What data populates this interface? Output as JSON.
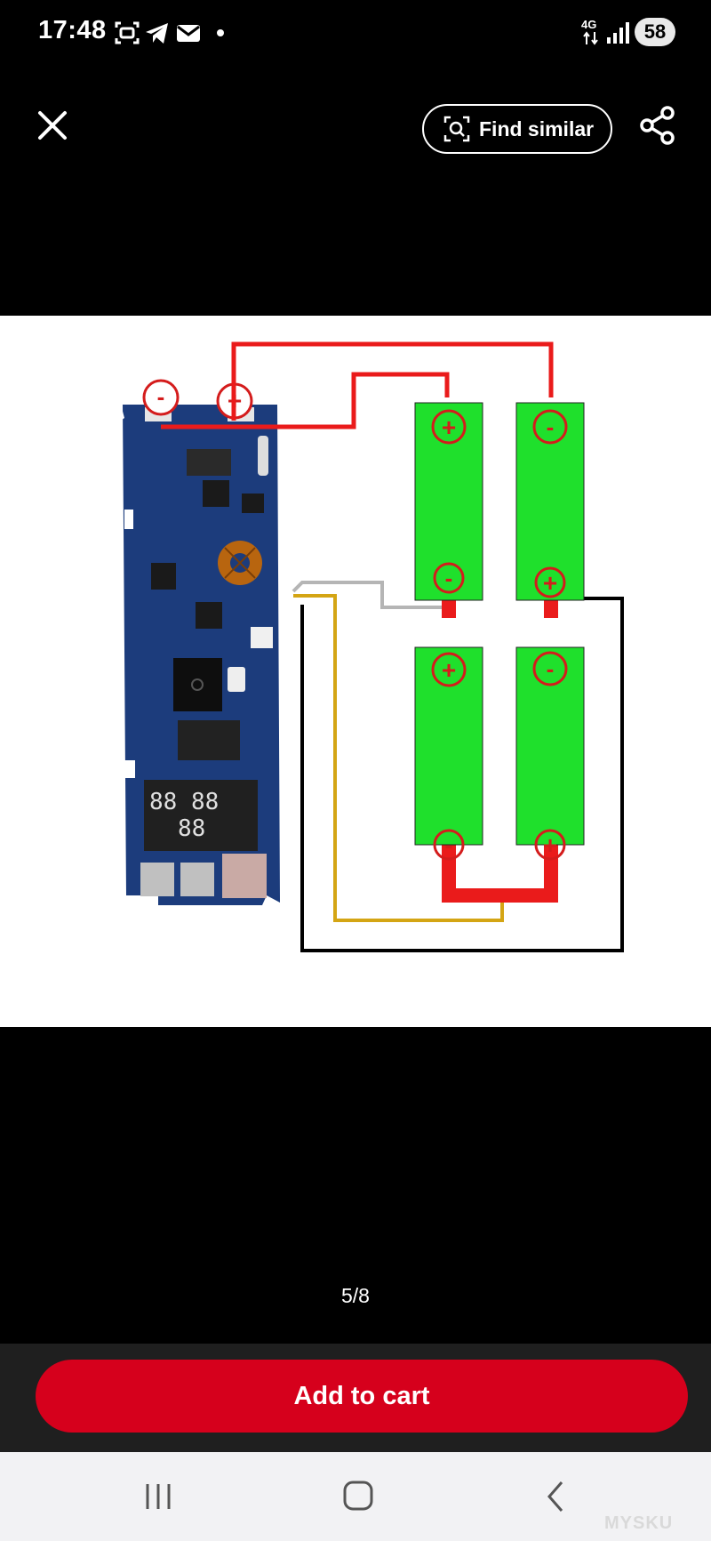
{
  "status_bar": {
    "time": "17:48",
    "network": "4G",
    "battery": "58",
    "icons": [
      "screenshot-icon",
      "telegram-icon",
      "mail-icon",
      "notification-dot-icon",
      "signal-icon"
    ]
  },
  "toolbar": {
    "close_icon": "close-icon",
    "find_similar_label": "Find similar",
    "share_icon": "share-icon"
  },
  "product_image": {
    "description_icons": [
      "pcb-board",
      "battery-cell"
    ],
    "terminal_minus": "-",
    "terminal_plus": "+",
    "colors": {
      "wire_red": "#ea1b1b",
      "wire_black": "#000000",
      "wire_gray": "#b5b5b5",
      "wire_gold": "#d4a514",
      "cell_green": "#1fe02c",
      "pcb_blue": "#1b3a78"
    }
  },
  "gallery": {
    "counter": "5/8"
  },
  "cart": {
    "add_to_cart_label": "Add to cart",
    "color": "#d6001c"
  },
  "nav": {
    "recents_icon": "recents-icon",
    "home_icon": "home-icon",
    "back_icon": "back-icon"
  },
  "watermark": "MYSKU"
}
